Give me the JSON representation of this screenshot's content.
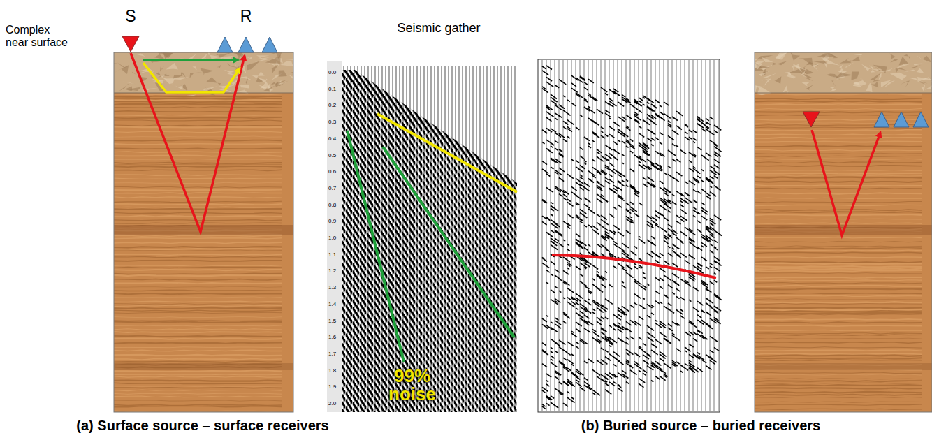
{
  "diagram": {
    "labels": [
      "S",
      "R",
      "Complex near surface",
      "Seismic gather",
      "0.0",
      "0.1",
      "0.2",
      "0.3",
      "0.4",
      "0.5",
      "0.6",
      "0.7",
      "0.8",
      "0.9",
      "1.0",
      "1.1",
      "1.2",
      "1.3",
      "1.4",
      "1.5",
      "1.6",
      "1.7",
      "1.8",
      "1.9",
      "2.0",
      "99% noise",
      "(a) Surface source – surface receivers",
      "(b) Buried source – buried receivers"
    ]
  }
}
